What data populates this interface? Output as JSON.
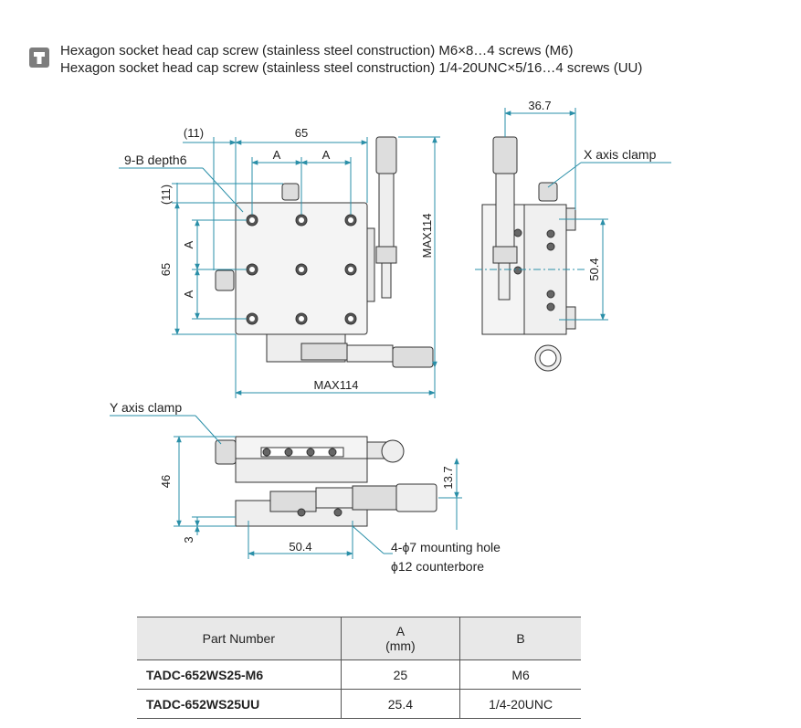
{
  "header": {
    "line1": "Hexagon socket head cap screw (stainless steel construction) M6×8…4 screws (M6)",
    "line2": "Hexagon socket head cap screw (stainless steel construction) 1/4-20UNC×5/16…4 screws (UU)"
  },
  "dimensions": {
    "d11_top": "(11)",
    "d65_top": "65",
    "dA_1": "A",
    "dA_2": "A",
    "d11_side": "(11)",
    "d65_side": "65",
    "dA_v1": "A",
    "dA_v2": "A",
    "max114_h": "MAX114",
    "max114_v": "MAX114",
    "d36_7": "36.7",
    "d50_4_v": "50.4",
    "d46": "46",
    "d3": "3",
    "d13_7": "13.7",
    "d50_4_h": "50.4"
  },
  "labels": {
    "bdepth": "9-B depth6",
    "x_clamp": "X axis clamp",
    "y_clamp": "Y axis clamp",
    "mount1": "4-ϕ7 mounting hole",
    "mount2": "ϕ12 counterbore"
  },
  "table": {
    "headers": {
      "part": "Part Number",
      "a": "A",
      "a_unit": "(mm)",
      "b": "B"
    },
    "rows": [
      {
        "part": "TADC-652WS25-M6",
        "a": "25",
        "b": "M6"
      },
      {
        "part": "TADC-652WS25UU",
        "a": "25.4",
        "b": "1/4-20UNC"
      }
    ]
  },
  "colors": {
    "dimension_line": "#2a8fa8",
    "outline": "#333333"
  }
}
